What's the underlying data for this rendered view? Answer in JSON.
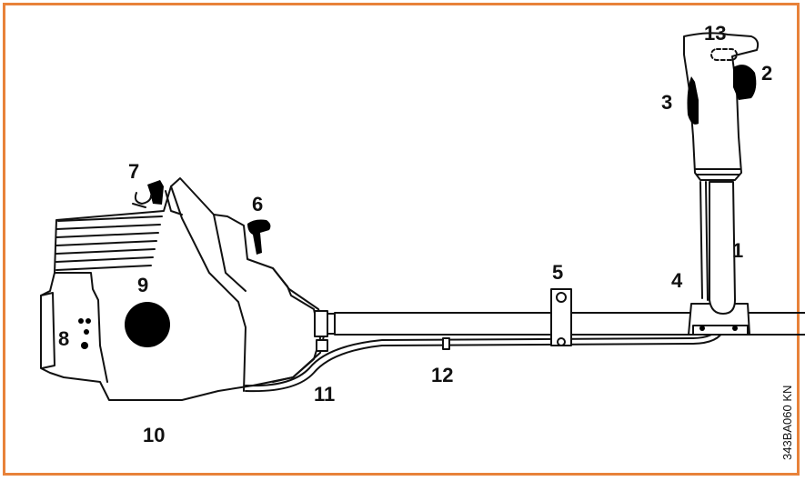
{
  "diagram": {
    "frame_color": "#e8823a",
    "labels": {
      "l1": "1",
      "l2": "2",
      "l3": "3",
      "l4": "4",
      "l5": "5",
      "l6": "6",
      "l7": "7",
      "l8": "8",
      "l9": "9",
      "l10": "10",
      "l11": "11",
      "l12": "12",
      "l13": "13"
    },
    "drawing_code": "343BA060 KN"
  }
}
